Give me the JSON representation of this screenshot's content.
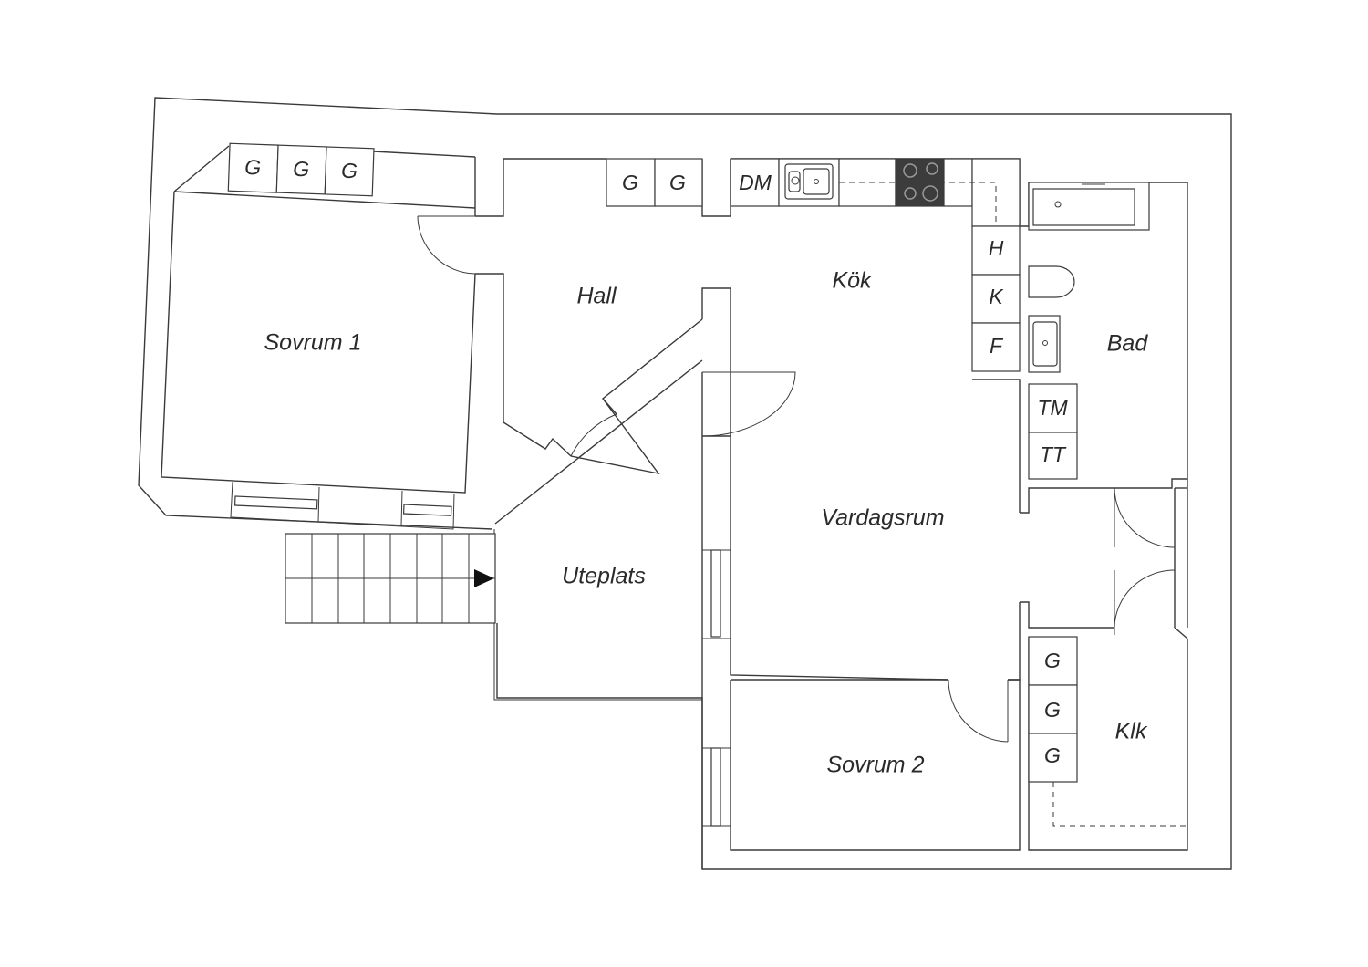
{
  "rooms": {
    "sovrum1": "Sovrum 1",
    "hall": "Hall",
    "kok": "Kök",
    "bad": "Bad",
    "vardagsrum": "Vardagsrum",
    "uteplats": "Uteplats",
    "sovrum2": "Sovrum 2",
    "klk": "Klk"
  },
  "fixtures": {
    "sovrum1_wardrobes": [
      "G",
      "G",
      "G"
    ],
    "hall_wardrobes": [
      "G",
      "G"
    ],
    "dishwasher": "DM",
    "kitchen_column": [
      "H",
      "K",
      "F"
    ],
    "laundry": [
      "TM",
      "TT"
    ],
    "klk_wardrobes": [
      "G",
      "G",
      "G"
    ]
  },
  "colors": {
    "line": "#3a3a3a",
    "stove": "#3c3c3c",
    "text": "#2a2a2a"
  }
}
